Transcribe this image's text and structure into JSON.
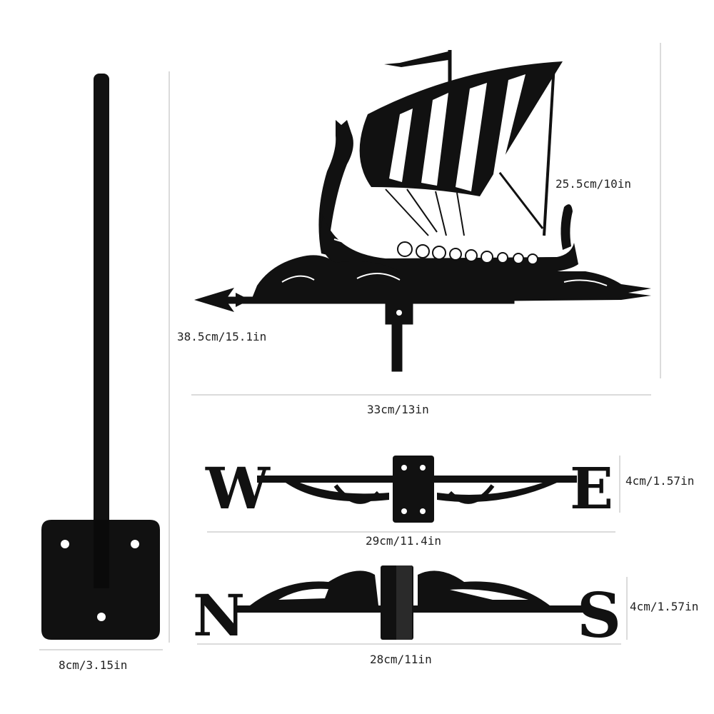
{
  "dimensions": {
    "ship_height": "25.5cm/10in",
    "ship_total_height": "38.5cm/15.1in",
    "ship_width": "33cm/13in",
    "we_height": "4cm/1.57in",
    "we_width": "29cm/11.4in",
    "ns_height": "4cm/1.57in",
    "ns_width": "28cm/11in",
    "base_width": "8cm/3.15in"
  },
  "letters": {
    "west": "W",
    "east": "E",
    "north": "N",
    "south": "S"
  },
  "colors": {
    "metal": "#111111",
    "background": "#ffffff",
    "guide_line": "#cfcfcf"
  },
  "icons": [
    "viking-ship-silhouette",
    "arrow-pointer",
    "mounting-base",
    "pole"
  ]
}
